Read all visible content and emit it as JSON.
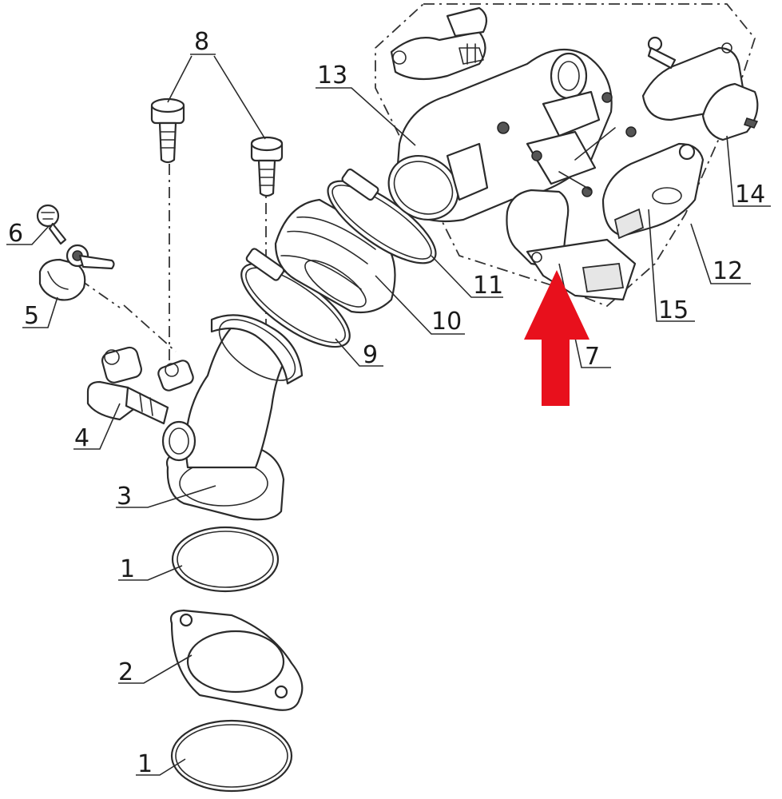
{
  "diagram": {
    "callouts": [
      {
        "id": "1a",
        "text": "1"
      },
      {
        "id": "1b",
        "text": "1"
      },
      {
        "id": "2",
        "text": "2"
      },
      {
        "id": "3",
        "text": "3"
      },
      {
        "id": "4",
        "text": "4"
      },
      {
        "id": "5",
        "text": "5"
      },
      {
        "id": "6",
        "text": "6"
      },
      {
        "id": "7",
        "text": "7"
      },
      {
        "id": "8",
        "text": "8"
      },
      {
        "id": "9",
        "text": "9"
      },
      {
        "id": "10",
        "text": "10"
      },
      {
        "id": "11",
        "text": "11"
      },
      {
        "id": "12",
        "text": "12"
      },
      {
        "id": "13",
        "text": "13"
      },
      {
        "id": "14",
        "text": "14"
      },
      {
        "id": "15",
        "text": "15"
      }
    ],
    "highlight_arrow_color": "#e8101c",
    "line_color": "#2b2b2b"
  }
}
